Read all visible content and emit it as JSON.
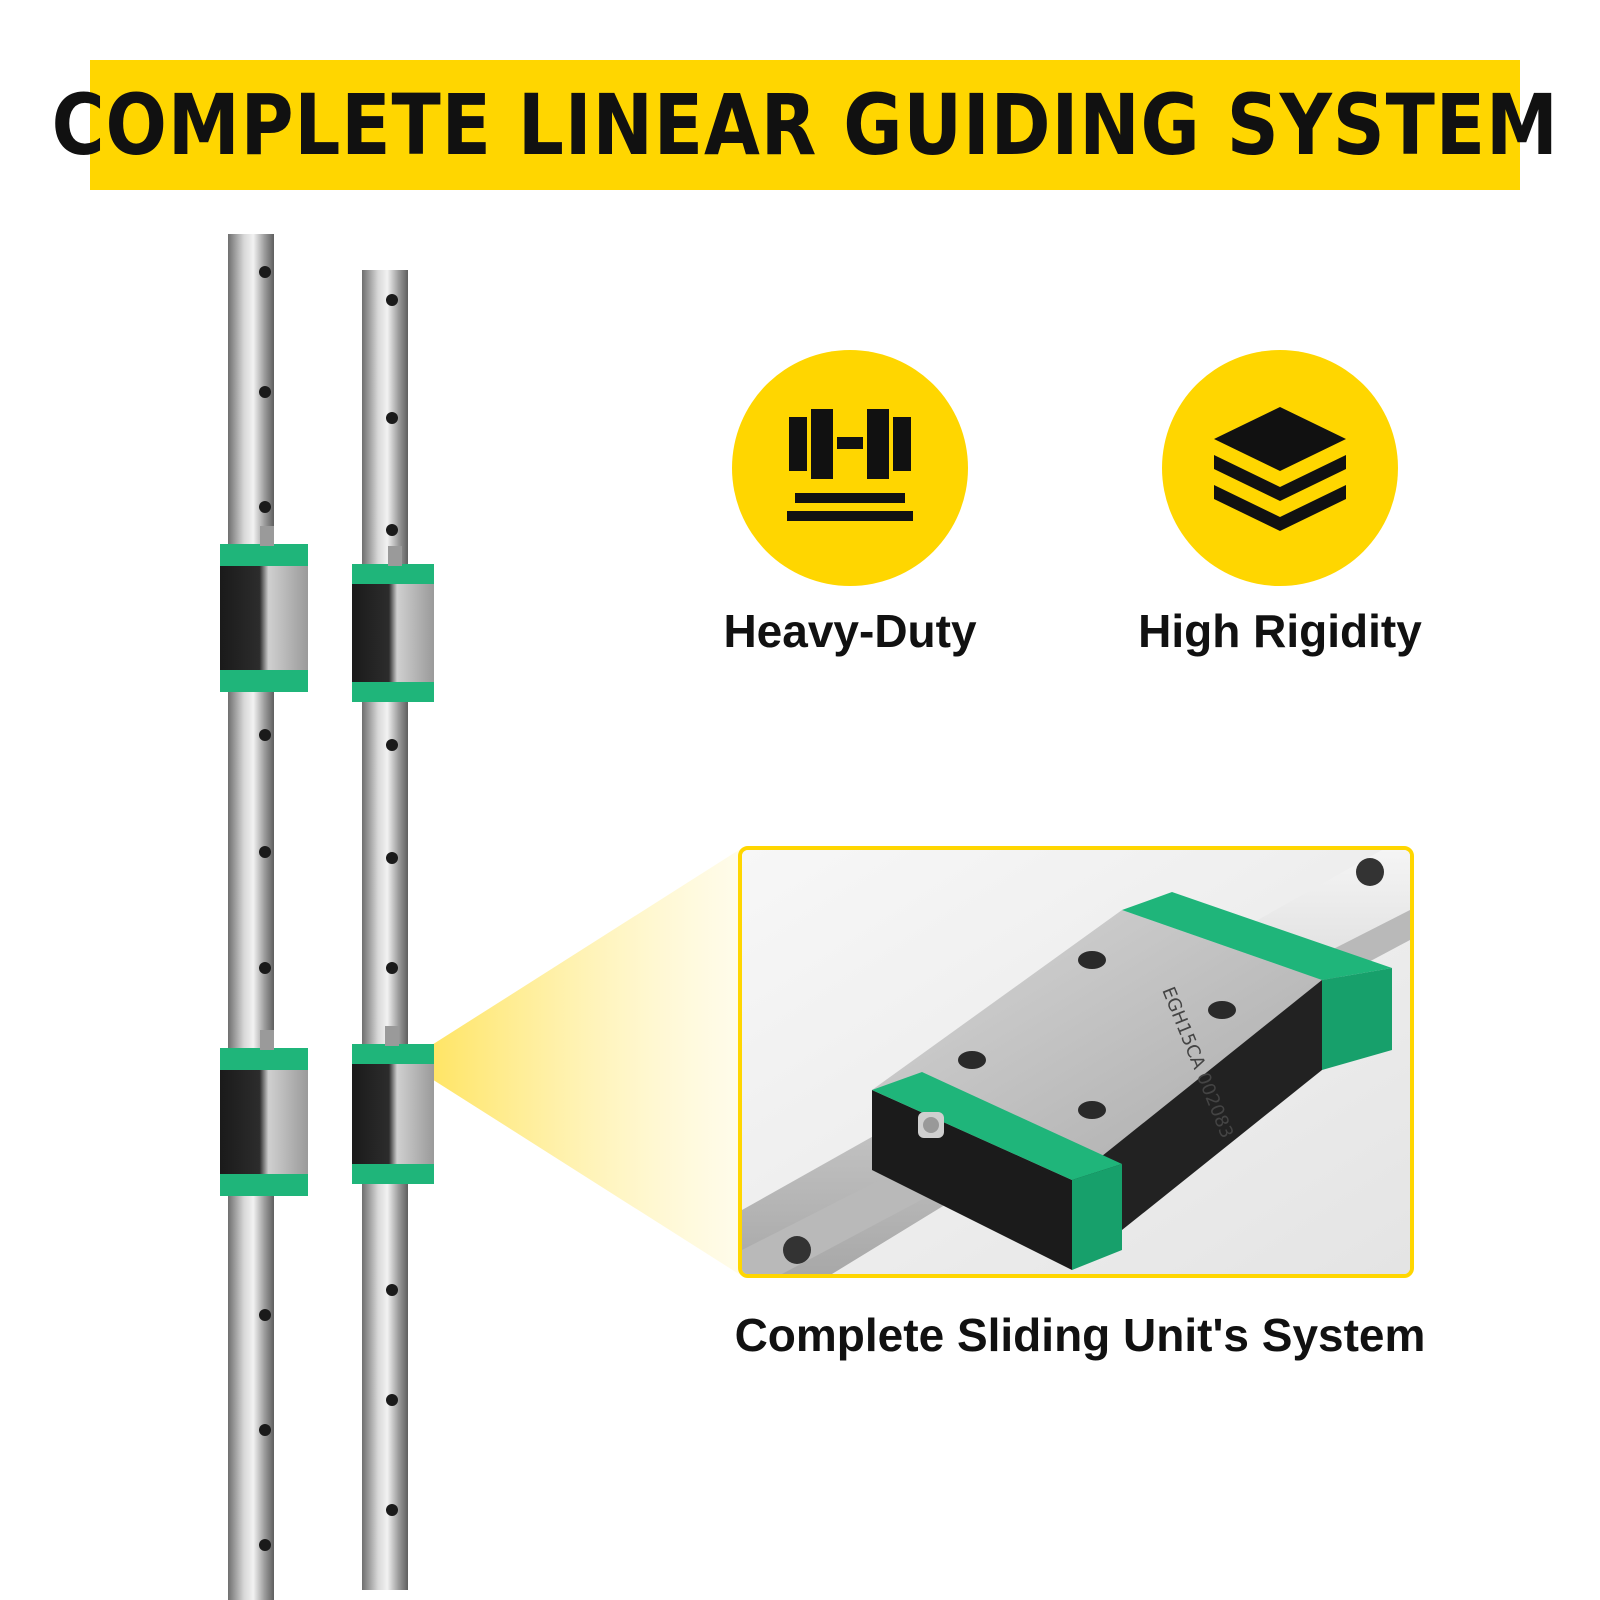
{
  "banner": {
    "title": "COMPLETE LINEAR GUIDING SYSTEM"
  },
  "features": [
    {
      "label": "Heavy-Duty",
      "icon": "heavy-duty-icon"
    },
    {
      "label": "High Rigidity",
      "icon": "layers-icon"
    }
  ],
  "zoom": {
    "caption": "Complete Sliding Unit's System",
    "block_engraving": "EGH15CA 002083"
  },
  "colors": {
    "accent": "#FFD600",
    "text": "#111111",
    "block_green": "#1FB57A",
    "rail_steel": "#8A8A8A"
  }
}
